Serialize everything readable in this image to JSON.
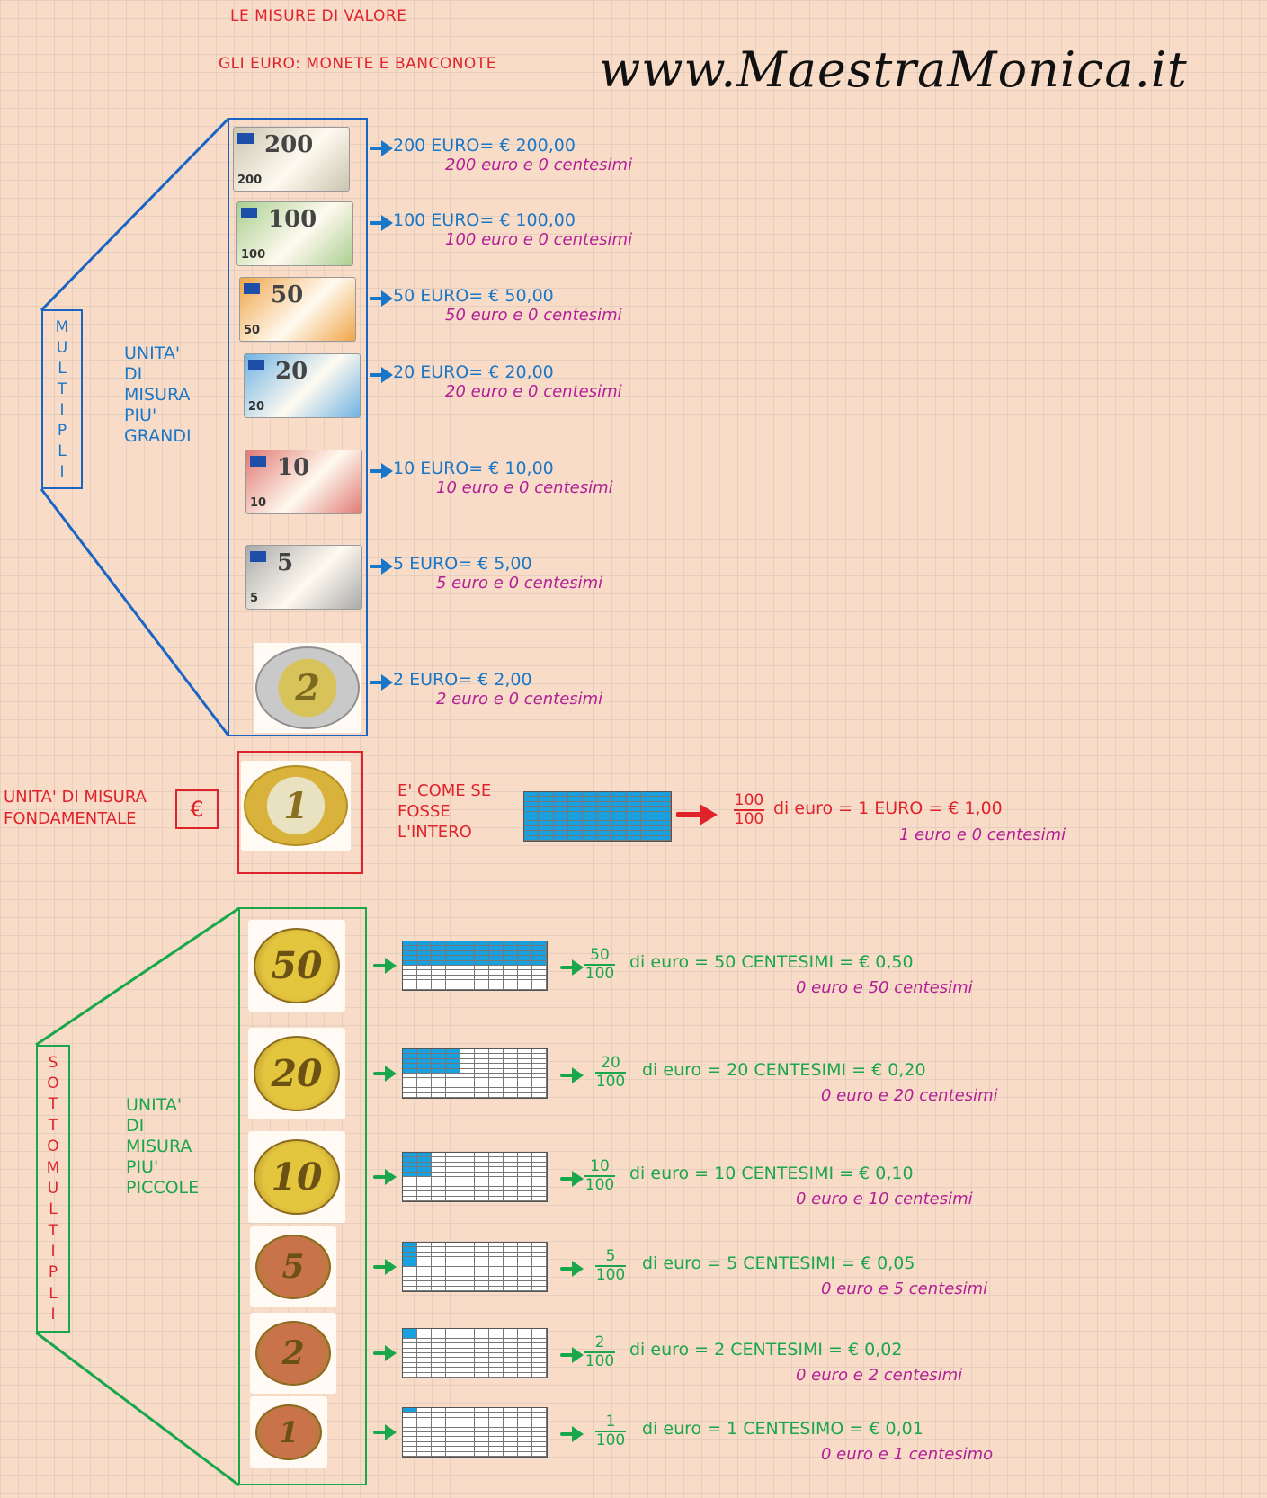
{
  "header": {
    "title": "LE MISURE DI VALORE",
    "subtitle": "GLI EURO: MONETE E BANCONOTE",
    "site": "www.MaestraMonica.it"
  },
  "multipli": {
    "vertical_label": [
      "M",
      "U",
      "L",
      "T",
      "I",
      "P",
      "L",
      "I"
    ],
    "description": [
      "UNITA'",
      "DI",
      "MISURA",
      "PIU'",
      "GRANDI"
    ],
    "items": [
      {
        "denom": "200",
        "line1": "200 EURO= € 200,00",
        "line2": "200 euro e 0 centesimi",
        "color": "#c9c5b0"
      },
      {
        "denom": "100",
        "line1": "100 EURO= € 100,00",
        "line2": "100 euro e 0 centesimi",
        "color": "#a9cf8f"
      },
      {
        "denom": "50",
        "line1": "50 EURO= € 50,00",
        "line2": "50 euro e 0 centesimi",
        "color": "#f0a54a"
      },
      {
        "denom": "20",
        "line1": "20 EURO= € 20,00",
        "line2": "20 euro e 0 centesimi",
        "color": "#6fb3e3"
      },
      {
        "denom": "10",
        "line1": "10 EURO= € 10,00",
        "line2": "10 euro e 0 centesimi",
        "color": "#e07a73"
      },
      {
        "denom": "5",
        "line1": "5 EURO= € 5,00",
        "line2": "5 euro e 0 centesimi",
        "color": "#a9a9a9"
      },
      {
        "denom": "2",
        "line1": "2 EURO= € 2,00",
        "line2": "2 euro e 0 centesimi",
        "color": "#d8c35a"
      }
    ]
  },
  "fondamentale": {
    "label_line1": "UNITA' DI MISURA",
    "label_line2": "FONDAMENTALE",
    "symbol": "€",
    "coin_denom": "1",
    "as_if": [
      "E' COME SE",
      "FOSSE",
      "L'INTERO"
    ],
    "numerator": "100",
    "denominator": "100",
    "equation": "di euro = 1 EURO = € 1,00",
    "line2": "1 euro e 0 centesimi",
    "filled": 100
  },
  "sottomultipli": {
    "vertical_label": [
      "S",
      "O",
      "T",
      "T",
      "O",
      "M",
      "U",
      "L",
      "T",
      "I",
      "P",
      "L",
      "I"
    ],
    "description": [
      "UNITA'",
      "DI",
      "MISURA",
      "PIU'",
      "PICCOLE"
    ],
    "items": [
      {
        "denom": "50",
        "num": "50",
        "den": "100",
        "eq": "di euro = 50 CENTESIMI = € 0,50",
        "line2": "0 euro e 50 centesimi",
        "filled": 50,
        "color": "#e4c53e"
      },
      {
        "denom": "20",
        "num": "20",
        "den": "100",
        "eq": "di euro = 20 CENTESIMI = € 0,20",
        "line2": "0 euro e 20 centesimi",
        "filled": 20,
        "color": "#e4c53e"
      },
      {
        "denom": "10",
        "num": "10",
        "den": "100",
        "eq": "di euro = 10 CENTESIMI = € 0,10",
        "line2": "0 euro e 10 centesimi",
        "filled": 10,
        "color": "#e4c53e"
      },
      {
        "denom": "5",
        "num": "5",
        "den": "100",
        "eq": "di euro = 5 CENTESIMI = € 0,05",
        "line2": "0 euro e 5 centesimi",
        "filled": 5,
        "color": "#c8734a"
      },
      {
        "denom": "2",
        "num": "2",
        "den": "100",
        "eq": "di euro = 2 CENTESIMI = € 0,02",
        "line2": "0 euro e 2 centesimi",
        "filled": 2,
        "color": "#c8734a"
      },
      {
        "denom": "1",
        "num": "1",
        "den": "100",
        "eq": "di euro = 1 CENTESIMO = € 0,01",
        "line2": "0 euro e 1 centesimo",
        "filled": 1,
        "color": "#c8734a"
      }
    ]
  }
}
